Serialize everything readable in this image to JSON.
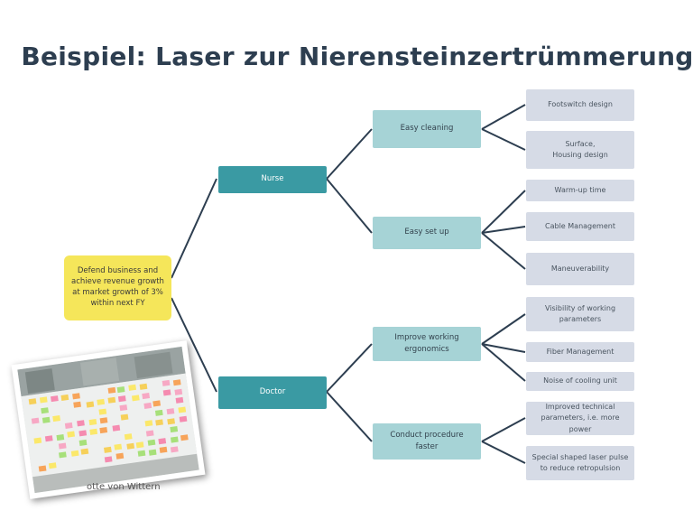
{
  "title": "Beispiel: Laser zur Nierensteinzertrümmerung",
  "root": "Defend business and achieve revenue growth at market growth of 3% within next FY",
  "level1": {
    "nurse": "Nurse",
    "doctor": "Doctor"
  },
  "level2": {
    "easy_cleaning": "Easy cleaning",
    "easy_set_up": "Easy set up",
    "improve_ergonomics": "Improve working ergonomics",
    "conduct_faster": "Conduct procedure\nfaster"
  },
  "level3": {
    "footswitch": "Footswitch design",
    "surface_housing": "Surface,\nHousing design",
    "warmup": "Warm-up time",
    "cable": "Cable Management",
    "maneuverability": "Maneuverability",
    "visibility": "Visibility of working parameters",
    "fiber": "Fiber Management",
    "noise": "Noise of cooling unit",
    "improved_params": "Improved technical parameters, i.e. more power",
    "laser_pulse": "Special shaped laser pulse to reduce retropulsion"
  },
  "photo_caption": "otte von Wittern",
  "colors": {
    "root": "#f5e65a",
    "level1": "#3a9aa3",
    "level2": "#a6d3d6",
    "level3": "#d6dbe6",
    "connector": "#2d3e50",
    "title": "#2d3e50"
  }
}
